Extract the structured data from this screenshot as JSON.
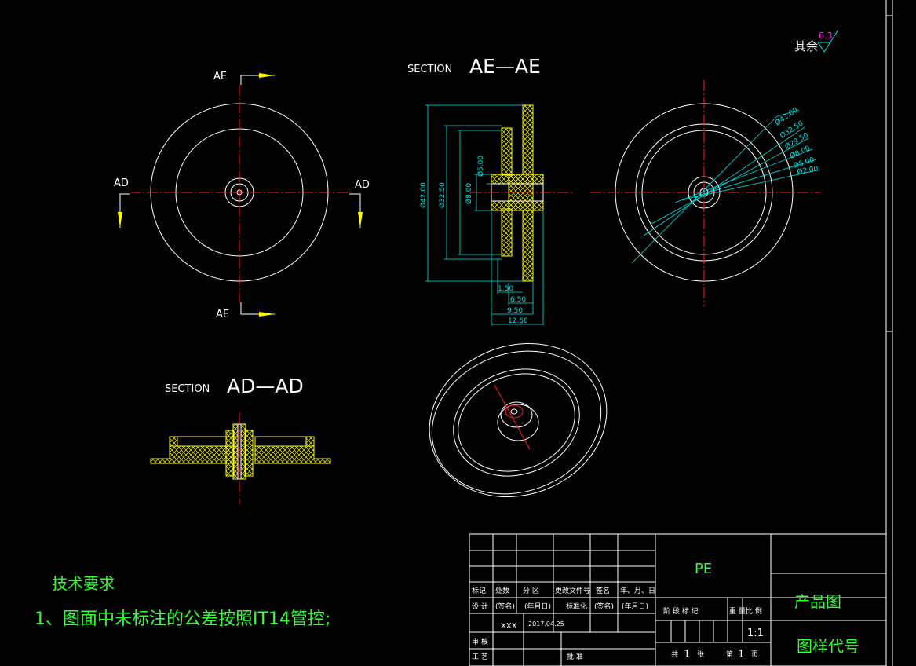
{
  "drawing": {
    "roughness": {
      "label": "其余",
      "value": "6.3"
    },
    "view_labels": {
      "ae_top": "AE",
      "ae_bottom": "AE",
      "ad_left": "AD",
      "ad_right": "AD"
    },
    "section_ae": {
      "prefix": "SECTION",
      "name": "AE—AE"
    },
    "section_ad": {
      "prefix": "SECTION",
      "name": "AD—AD"
    },
    "section_dims_vertical": [
      "Ø42.00",
      "Ø32.50",
      "Ø8.00",
      "Ø5.00"
    ],
    "section_dims_horizontal": [
      "1.50",
      "6.50",
      "9.50",
      "12.50"
    ],
    "leader_dims": [
      "Ø42.00",
      "Ø32.50",
      "Ø29.50",
      "Ø8.00",
      "Ø5.00",
      "Ø2.00"
    ]
  },
  "notes": {
    "title": "技术要求",
    "items": [
      "1、图面中未标注的公差按照IT14管控;"
    ]
  },
  "title_block": {
    "row_labels_1": [
      "标记",
      "处数",
      "分 区",
      "更改文件号",
      "签名",
      "年、月、日"
    ],
    "row_labels_2": [
      "设 计",
      "(签名)",
      "(年月日)",
      "标准化",
      "(签名)",
      "(年月日)"
    ],
    "designer": "XXX",
    "date": "2017.04.25",
    "review": "审 核",
    "process": "工 艺",
    "approve": "批 准",
    "material": "PE",
    "stage_labels": [
      "阶 段 标 记",
      "重 量",
      "比 例"
    ],
    "scale": "1:1",
    "sheets_total_label": "共",
    "sheets_total": "1",
    "sheets_unit": "张",
    "sheet_label": "第",
    "sheet_no": "1",
    "sheet_unit": "页",
    "product_name": "产品图",
    "drawing_code": "图样代号"
  }
}
